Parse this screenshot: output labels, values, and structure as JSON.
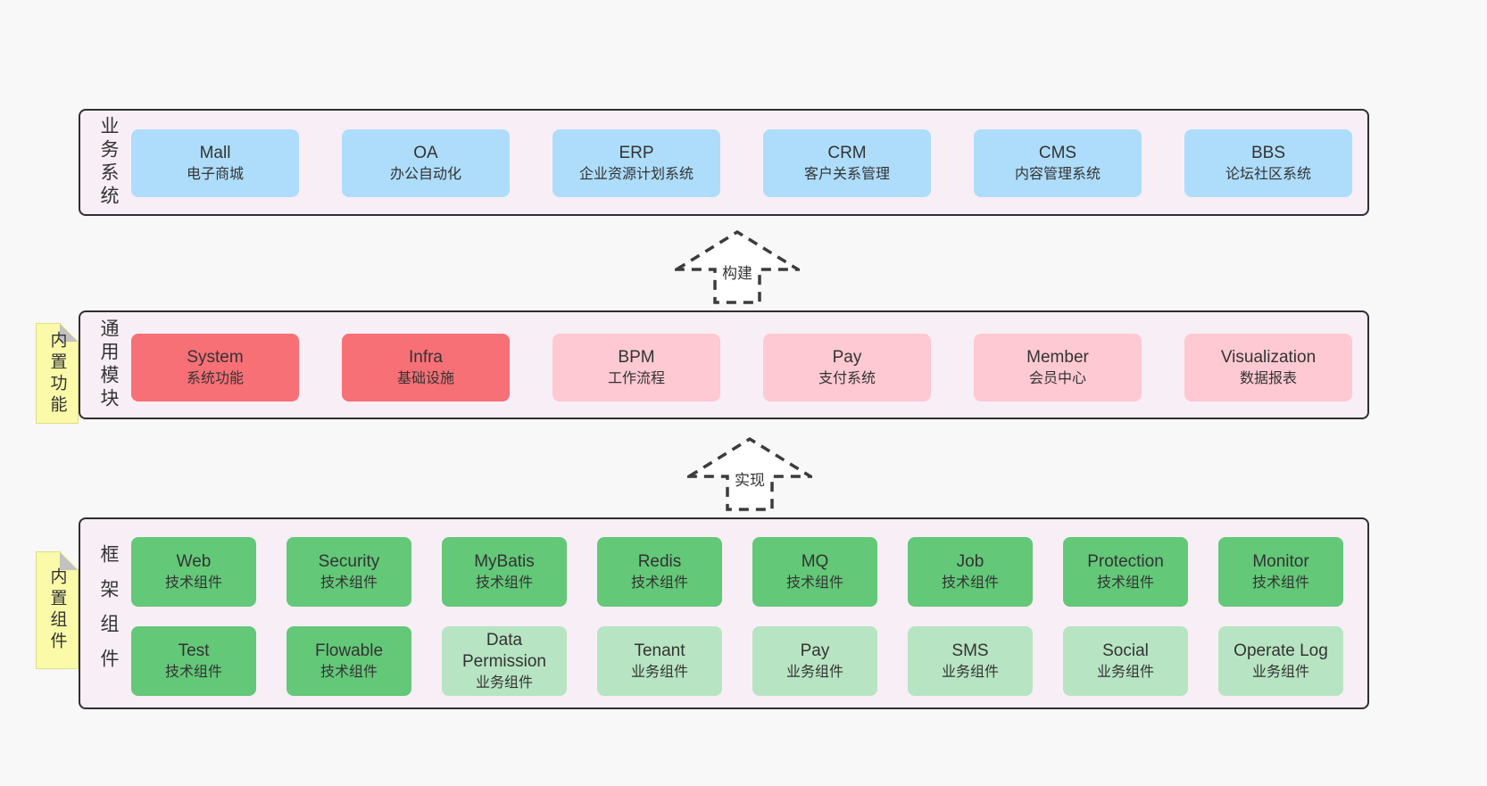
{
  "colors": {
    "page-bg": "#f8f8f8",
    "panel-bg": "#f8eef6",
    "panel-border": "#2f2f2f",
    "box-blue": "#aeddfb",
    "box-red": "#f77076",
    "box-pink": "#fec9d2",
    "box-green": "#63c878",
    "box-lightgreen": "#b7e4c2",
    "sticky-bg": "#fafaa8",
    "sticky-border": "#dede8a",
    "fold-gray": "#c2c2c2",
    "text": "#333333",
    "arrow-stroke": "#3c3c3c"
  },
  "layers": [
    {
      "label": "业务系统",
      "boxes": [
        {
          "title": "Mall",
          "subtitle": "电子商城"
        },
        {
          "title": "OA",
          "subtitle": "办公自动化"
        },
        {
          "title": "ERP",
          "subtitle": "企业资源计划系统"
        },
        {
          "title": "CRM",
          "subtitle": "客户关系管理"
        },
        {
          "title": "CMS",
          "subtitle": "内容管理系统"
        },
        {
          "title": "BBS",
          "subtitle": "论坛社区系统"
        }
      ]
    },
    {
      "label": "通用模块",
      "sticky": "内置功能",
      "boxes": [
        {
          "title": "System",
          "subtitle": "系统功能"
        },
        {
          "title": "Infra",
          "subtitle": "基础设施"
        },
        {
          "title": "BPM",
          "subtitle": "工作流程"
        },
        {
          "title": "Pay",
          "subtitle": "支付系统"
        },
        {
          "title": "Member",
          "subtitle": "会员中心"
        },
        {
          "title": "Visualization",
          "subtitle": "数据报表"
        }
      ]
    },
    {
      "label": "框架组件",
      "sticky": "内置组件",
      "boxes": [
        {
          "title": "Web",
          "subtitle": "技术组件"
        },
        {
          "title": "Security",
          "subtitle": "技术组件"
        },
        {
          "title": "MyBatis",
          "subtitle": "技术组件"
        },
        {
          "title": "Redis",
          "subtitle": "技术组件"
        },
        {
          "title": "MQ",
          "subtitle": "技术组件"
        },
        {
          "title": "Job",
          "subtitle": "技术组件"
        },
        {
          "title": "Protection",
          "subtitle": "技术组件"
        },
        {
          "title": "Monitor",
          "subtitle": "技术组件"
        },
        {
          "title": "Test",
          "subtitle": "技术组件"
        },
        {
          "title": "Flowable",
          "subtitle": "技术组件"
        },
        {
          "title": "Data Permission",
          "subtitle": "业务组件"
        },
        {
          "title": "Tenant",
          "subtitle": "业务组件"
        },
        {
          "title": "Pay",
          "subtitle": "业务组件"
        },
        {
          "title": "SMS",
          "subtitle": "业务组件"
        },
        {
          "title": "Social",
          "subtitle": "业务组件"
        },
        {
          "title": "Operate Log",
          "subtitle": "业务组件"
        }
      ]
    }
  ],
  "arrows": [
    {
      "label": "构建"
    },
    {
      "label": "实现"
    }
  ]
}
